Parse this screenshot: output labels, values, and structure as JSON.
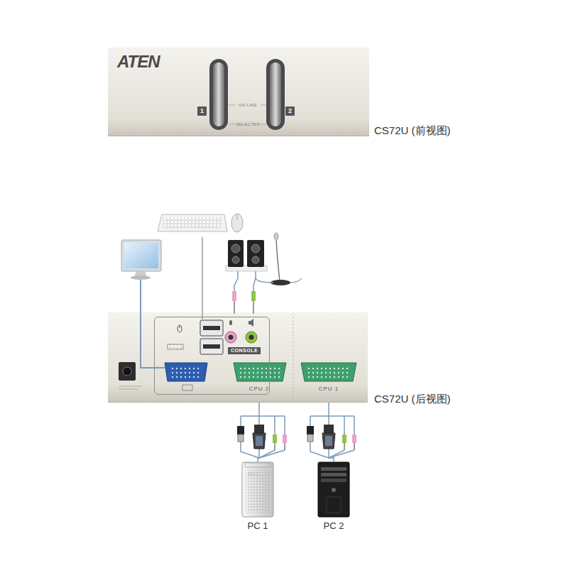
{
  "diagram": {
    "nodes": [
      {
        "text": [
          "ATEN",
          "CS72U (前视图)"
        ]
      },
      {
        "text": [
          "1"
        ],
        "in": 0
      },
      {
        "text": [
          "2"
        ],
        "in": 0
      },
      {
        "text": [
          "CS72U (后视图)"
        ]
      },
      {
        "text": [
          "CONSOLE"
        ],
        "in": 3
      },
      {
        "text": [
          "CPU 2"
        ],
        "in": 3
      },
      {
        "text": [
          "CPU 1"
        ],
        "in": 3
      },
      {
        "text": [
          "PC 1"
        ]
      },
      {
        "text": [
          "PC 2"
        ]
      }
    ],
    "edges": [
      {
        "from": 5,
        "to": 7,
        "arrow": "none"
      },
      {
        "from": 6,
        "to": 8,
        "arrow": "none"
      }
    ],
    "labels": [
      "ON LINE",
      "SELECTED"
    ]
  }
}
